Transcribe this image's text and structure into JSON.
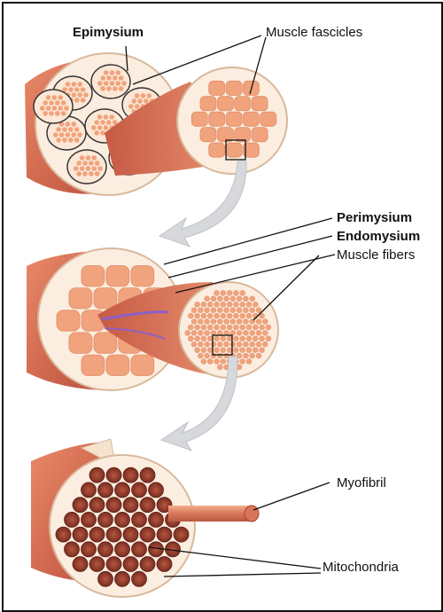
{
  "labels": {
    "epimysium": "Epimysium",
    "muscle_fascicles": "Muscle fascicles",
    "perimysium": "Perimysium",
    "endomysium": "Endomysium",
    "muscle_fibers": "Muscle fibers",
    "myofibril": "Myofibril",
    "mitochondria": "Mitochondria"
  },
  "colors": {
    "tissue": "#f0a37c",
    "tissue_dark": "#c9604a",
    "sheath": "#fbeee0",
    "fibril": "#d97a5a",
    "fibril_dark": "#a8432e",
    "arrow": "#d6d8dc",
    "line": "#111111"
  }
}
